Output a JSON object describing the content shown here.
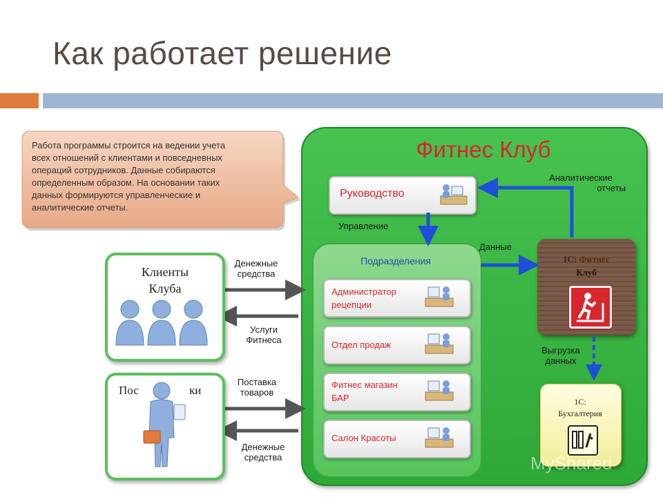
{
  "title": "Как работает решение",
  "callout": {
    "lines": [
      "Работа программы строится на ведении учета",
      "всех отношений с клиентами и повседневных",
      "операций сотрудников. Данные собираются",
      "определенным образом. На основании таких",
      "данных формируются управленческие и",
      "аналитические отчеты."
    ]
  },
  "club": {
    "title": "Фитнес Клуб",
    "management": "Руководство",
    "management_link": "Управление",
    "subdivisions_title": "Подразделения",
    "departments": [
      {
        "line1": "Администратор",
        "line2": "рецепции"
      },
      {
        "line1": "Отдел продаж",
        "line2": ""
      },
      {
        "line1": "Фитнес магазин",
        "line2": "БАР"
      },
      {
        "line1": "Салон Красоты",
        "line2": ""
      }
    ],
    "data_label": "Данные",
    "reports": {
      "line1": "Аналитические",
      "line2": "отчеты"
    },
    "export": {
      "line1": "Выгрузка",
      "line2": "данных"
    },
    "fitness_1c": {
      "prefix": "1С:",
      "line1": "Фитнес",
      "line2": "Клуб"
    },
    "accounting_1c": {
      "line1": "1С:",
      "line2": "Бухгалтерия"
    }
  },
  "clients": {
    "line1": "Клиенты",
    "line2": "Клуба",
    "in": {
      "line1": "Денежные",
      "line2": "средства"
    },
    "out": {
      "line1": "Услуги",
      "line2": "Фитнеса"
    }
  },
  "suppliers": {
    "left": "Пос",
    "right": "ки",
    "in": {
      "line1": "Поставка",
      "line2": "товаров"
    },
    "out": {
      "line1": "Денежные",
      "line2": "средства"
    }
  },
  "watermark": "MyShared",
  "colors": {
    "accent_red": "#d8262d",
    "arrow_blue": "#1f4fd8",
    "club_green": "#3bb443",
    "bar_orange": "#e07b39",
    "bar_blue": "#9eb6d3"
  }
}
